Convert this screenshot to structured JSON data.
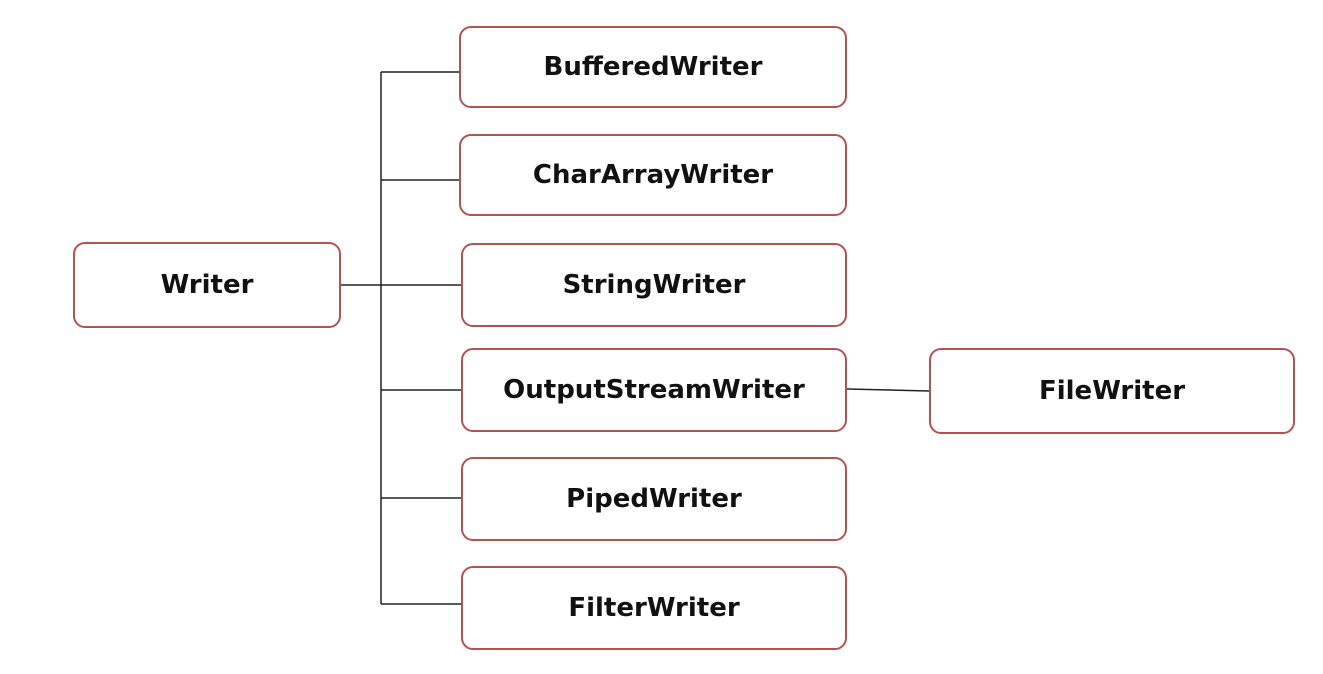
{
  "diagram": {
    "root": {
      "label": "Writer"
    },
    "children": [
      {
        "label": "BufferedWriter"
      },
      {
        "label": "CharArrayWriter"
      },
      {
        "label": "StringWriter"
      },
      {
        "label": "OutputStreamWriter"
      },
      {
        "label": "PipedWriter"
      },
      {
        "label": "FilterWriter"
      }
    ],
    "grandchild": {
      "label": "FileWriter",
      "parent": "OutputStreamWriter"
    },
    "colors": {
      "node_border": "#b5524f",
      "connector": "#222222",
      "text": "#111111",
      "background": "#ffffff"
    }
  }
}
